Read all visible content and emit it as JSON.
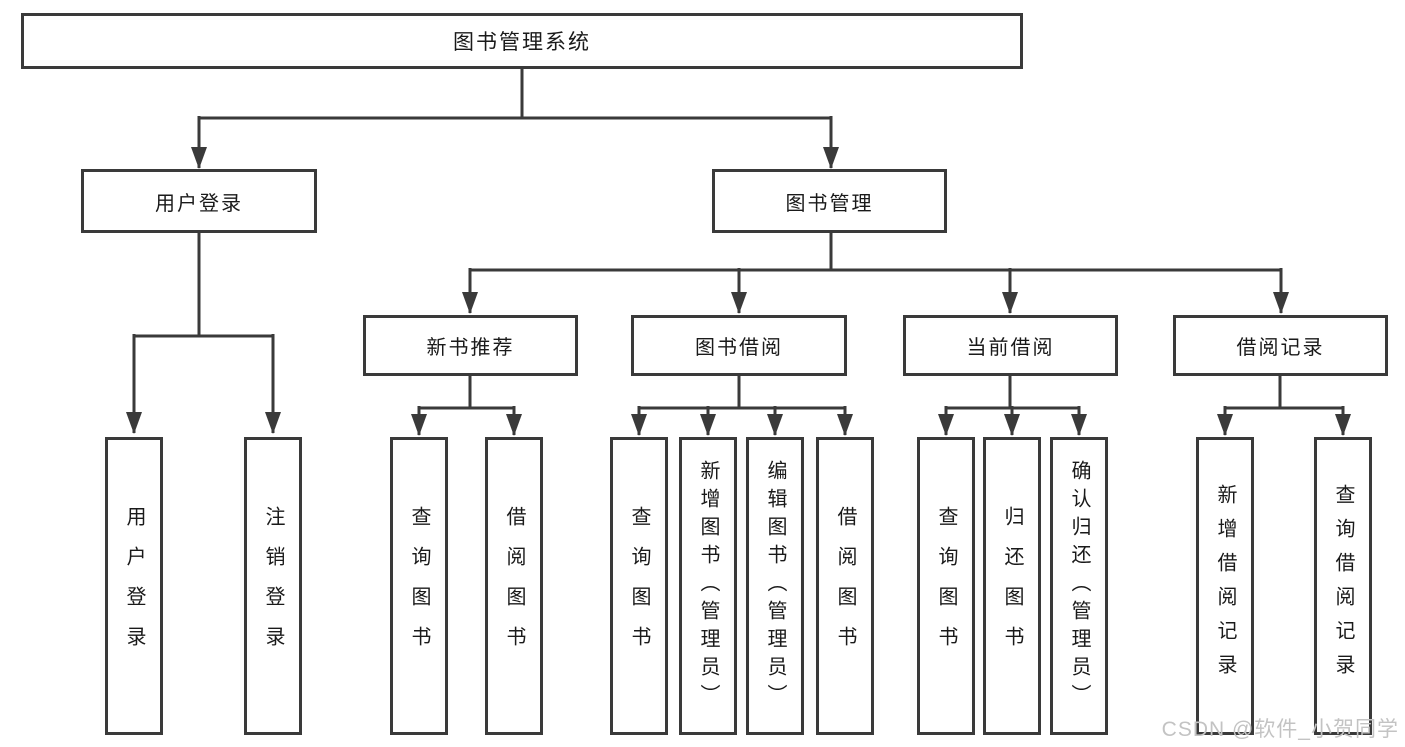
{
  "diagram": {
    "root": "图书管理系统",
    "user_branch": {
      "label": "用户登录",
      "children": [
        "用户登录",
        "注销登录"
      ]
    },
    "mgmt_branch": {
      "label": "图书管理",
      "sections": [
        {
          "label": "新书推荐",
          "children": [
            "查询图书",
            "借阅图书"
          ]
        },
        {
          "label": "图书借阅",
          "children": [
            "查询图书",
            "新增图书（管理员）",
            "编辑图书（管理员）",
            "借阅图书"
          ]
        },
        {
          "label": "当前借阅",
          "children": [
            "查询图书",
            "归还图书",
            "确认归还（管理员）"
          ]
        },
        {
          "label": "借阅记录",
          "children": [
            "新增借阅记录",
            "查询借阅记录"
          ]
        }
      ]
    }
  },
  "watermark": "CSDN @软件_小贺同学",
  "colors": {
    "line": "#3a3a3a",
    "text": "#1a1a1a",
    "background": "#ffffff",
    "watermark": "#c3c3c3"
  }
}
